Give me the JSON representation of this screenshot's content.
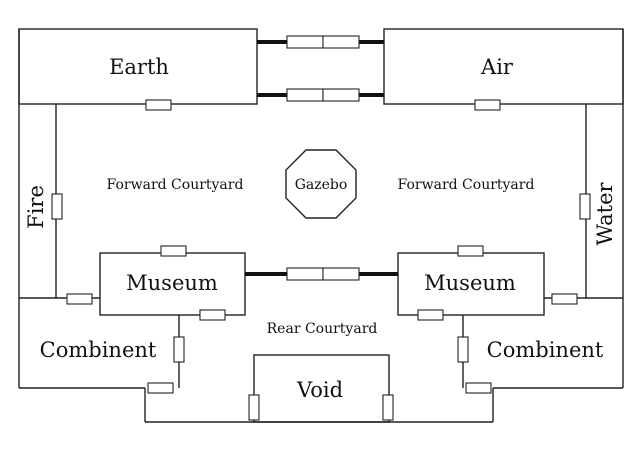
{
  "labels": {
    "earth": "Earth",
    "air": "Air",
    "fire": "Fire",
    "water": "Water",
    "gazebo": "Gazebo",
    "forward_courtyard_left": "Forward Courtyard",
    "forward_courtyard_right": "Forward Courtyard",
    "museum_left": "Museum",
    "museum_right": "Museum",
    "rear_courtyard": "Rear Courtyard",
    "combinent_left": "Combinent",
    "combinent_right": "Combinent",
    "void": "Void"
  }
}
